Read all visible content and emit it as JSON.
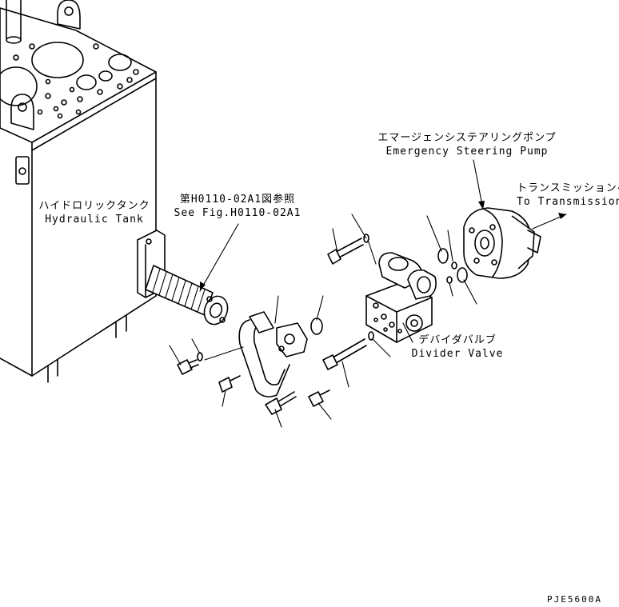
{
  "labels": {
    "tank_jp": "ハイドロリックタンク",
    "tank_en": "Hydraulic Tank",
    "ref_jp": "第H0110-02A1図参照",
    "ref_en": "See Fig.H0110-02A1",
    "pump_jp": "エマージェンシステアリングポンプ",
    "pump_en": "Emergency Steering Pump",
    "trans_jp": "トランスミッションへ",
    "trans_en": "To Transmission",
    "valve_jp": "デバイダバルブ",
    "valve_en": "Divider Valve",
    "drawing_code": "PJE5600A"
  }
}
